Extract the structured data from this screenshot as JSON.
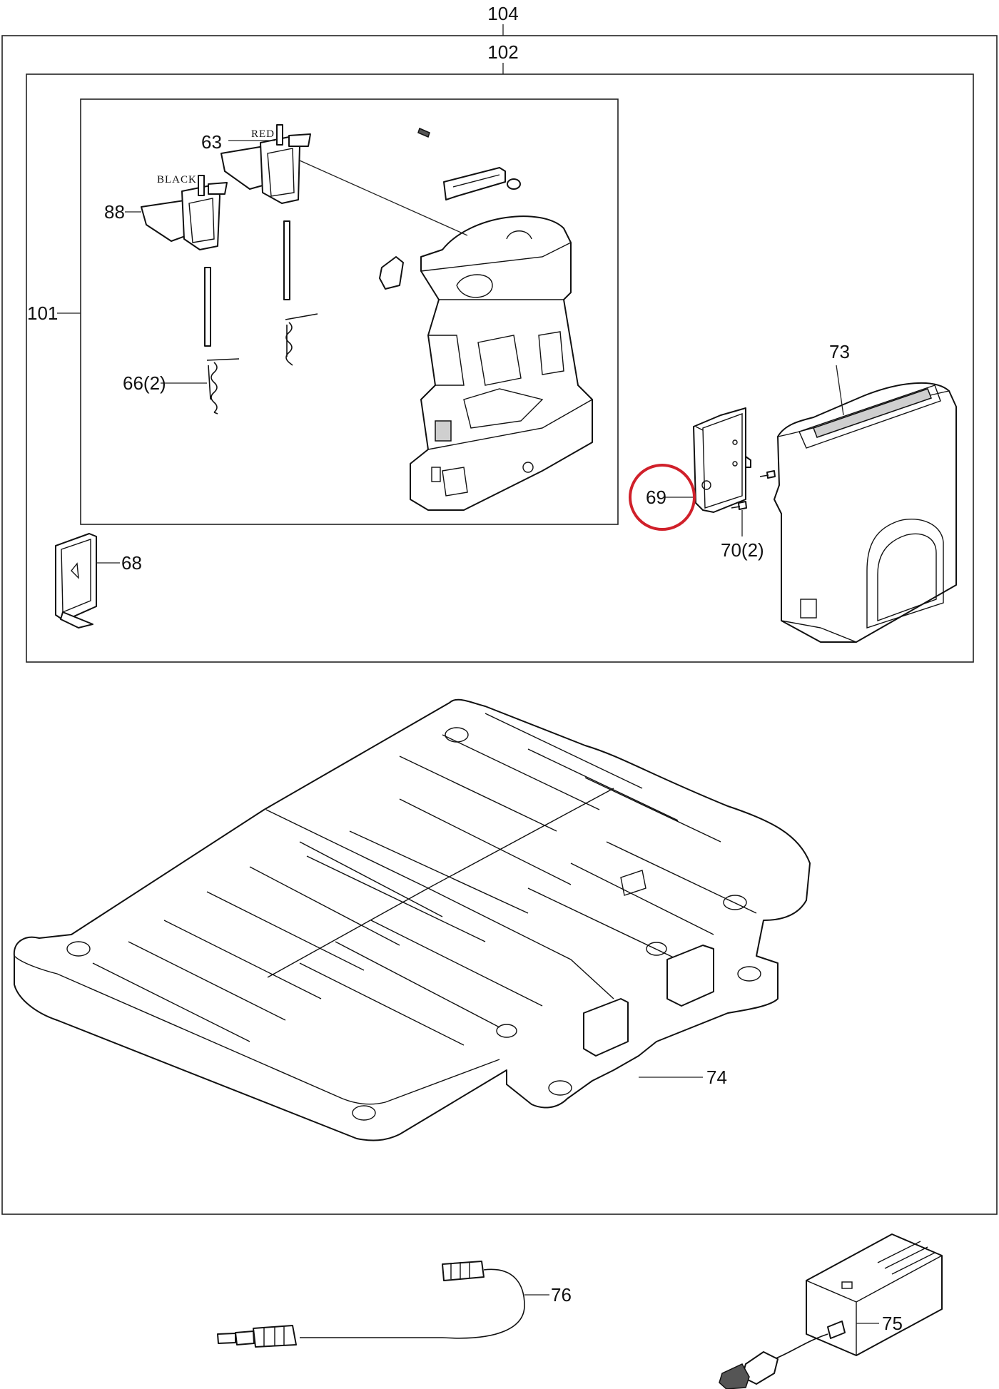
{
  "labels": {
    "l104": "104",
    "l102": "102",
    "l101": "101",
    "l63": "63",
    "l88": "88",
    "l66": "66(2)",
    "l68": "68",
    "l69": "69",
    "l70": "70(2)",
    "l73": "73",
    "l74": "74",
    "l75": "75",
    "l76": "76",
    "red": "RED",
    "black": "BLACK"
  },
  "highlight_color": "#d0202a"
}
